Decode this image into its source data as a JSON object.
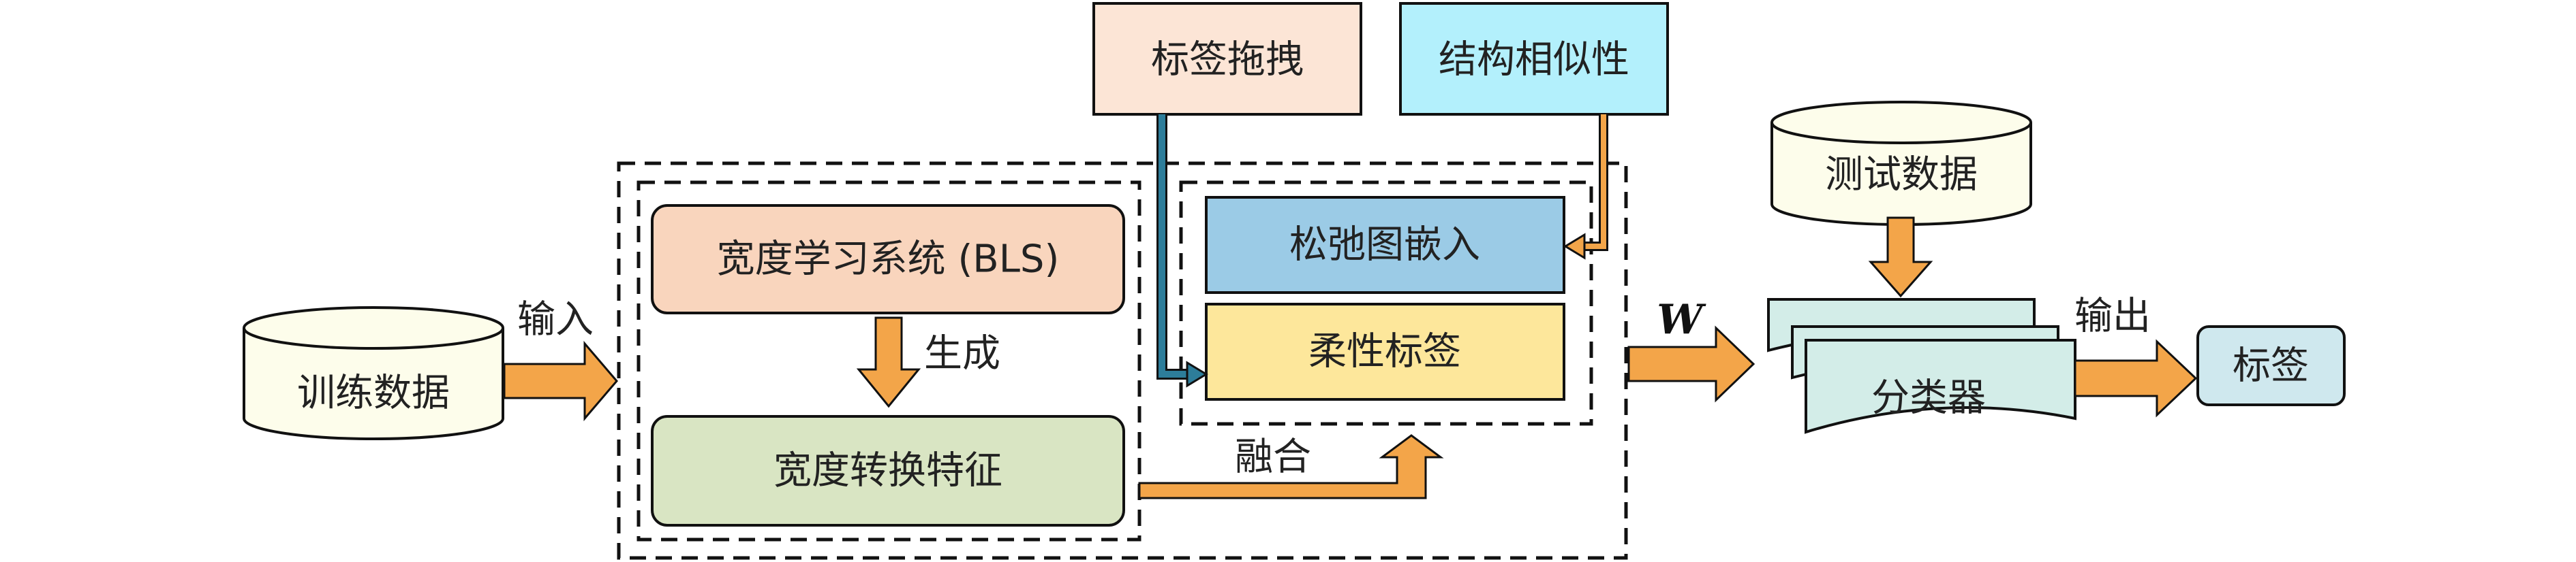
{
  "nodes": {
    "training_data": "训练数据",
    "bls": "宽度学习系统 (BLS)",
    "bls_features": "宽度转换特征",
    "label_drag": "标签拖拽",
    "structural_similarity": "结构相似性",
    "relaxed_graph_embedding": "松弛图嵌入",
    "soft_label": "柔性标签",
    "test_data": "测试数据",
    "classifier": "分类器",
    "label": "标签"
  },
  "edges": {
    "input": "输入",
    "generate": "生成",
    "fusion": "融合",
    "weights": "W",
    "output": "输出"
  },
  "colors": {
    "training_data_fill": "#FDFDEB",
    "bls_fill": "#F9D5BD",
    "bls_features_fill": "#D9E5C3",
    "label_drag_fill": "#FCE5D6",
    "structural_similarity_fill": "#B3F0FC",
    "relaxed_graph_embedding_fill": "#9BCBE6",
    "soft_label_fill": "#FDE79B",
    "test_data_fill": "#FDFDEB",
    "classifier_fill": "#D3EDE8",
    "label_fill": "#CFE8EE",
    "orange_arrow": "#F3A549",
    "teal_arrow": "#2D7D9A"
  }
}
